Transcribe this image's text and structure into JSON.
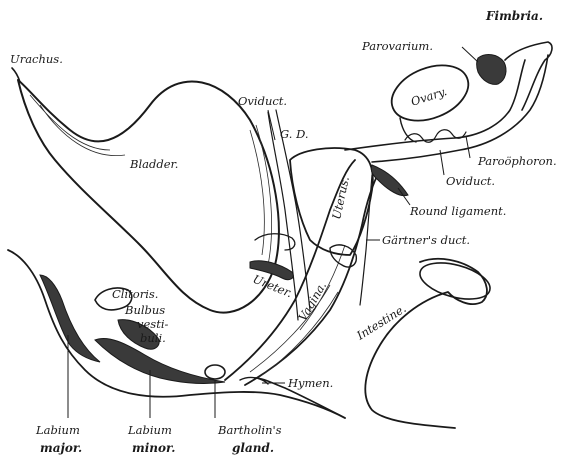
{
  "labels": {
    "fimbria": "Fimbria.",
    "parovarium": "Parovarium.",
    "urachus": "Urachus.",
    "ovary": "Ovary.",
    "oviduct_top": "Oviduct.",
    "gd": "G. D.",
    "bladder": "Bladder.",
    "paroophoron": "Paroöphoron.",
    "oviduct_right": "Oviduct.",
    "uterus": "Uterus.",
    "round_ligament": "Round ligament.",
    "gartners_duct": "Gärtner's duct.",
    "ureter": "Ureter.",
    "clitoris": "Clitoris.",
    "bulbus_1": "Bulbus",
    "bulbus_2": "vesti-",
    "bulbus_3": "buli.",
    "vagina": "Vagina.",
    "intestine": "Intestine.",
    "hymen": "Hymen.",
    "labium_major_1": "Labium",
    "labium_major_2": "major.",
    "labium_minor_1": "Labium",
    "labium_minor_2": "minor.",
    "bartholin_1": "Bartholin's",
    "bartholin_2": "gland."
  }
}
